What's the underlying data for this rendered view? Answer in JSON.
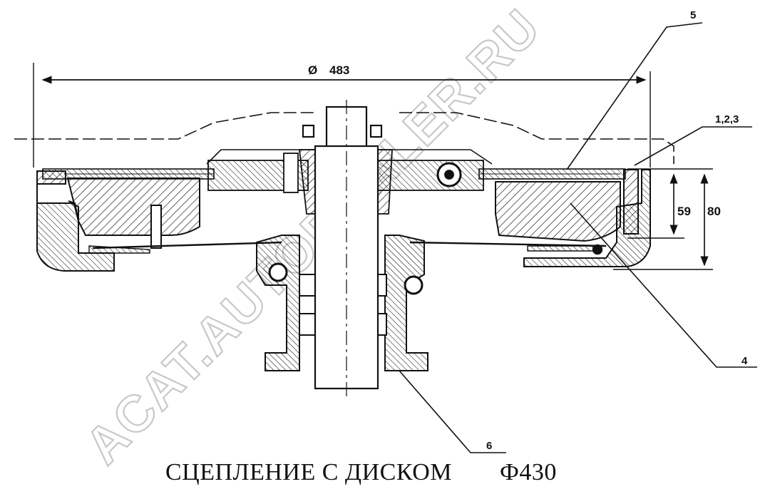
{
  "diagram": {
    "dimensions": {
      "diameter_symbol": "Ø",
      "diameter_value": "483",
      "height_inner": "59",
      "height_outer": "80"
    },
    "callouts": [
      {
        "id": "5",
        "text": "5"
      },
      {
        "id": "123",
        "text": "1,2,3"
      },
      {
        "id": "4",
        "text": "4"
      },
      {
        "id": "6",
        "text": "6"
      }
    ],
    "caption": {
      "title": "СЦЕПЛЕНИЕ  С ДИСКОМ",
      "code": "Ф430"
    },
    "watermark": "ACAT.AUTODEALER.RU",
    "colors": {
      "ink": "#111111",
      "watermark": "#c8c8c8",
      "background": "#ffffff"
    }
  }
}
